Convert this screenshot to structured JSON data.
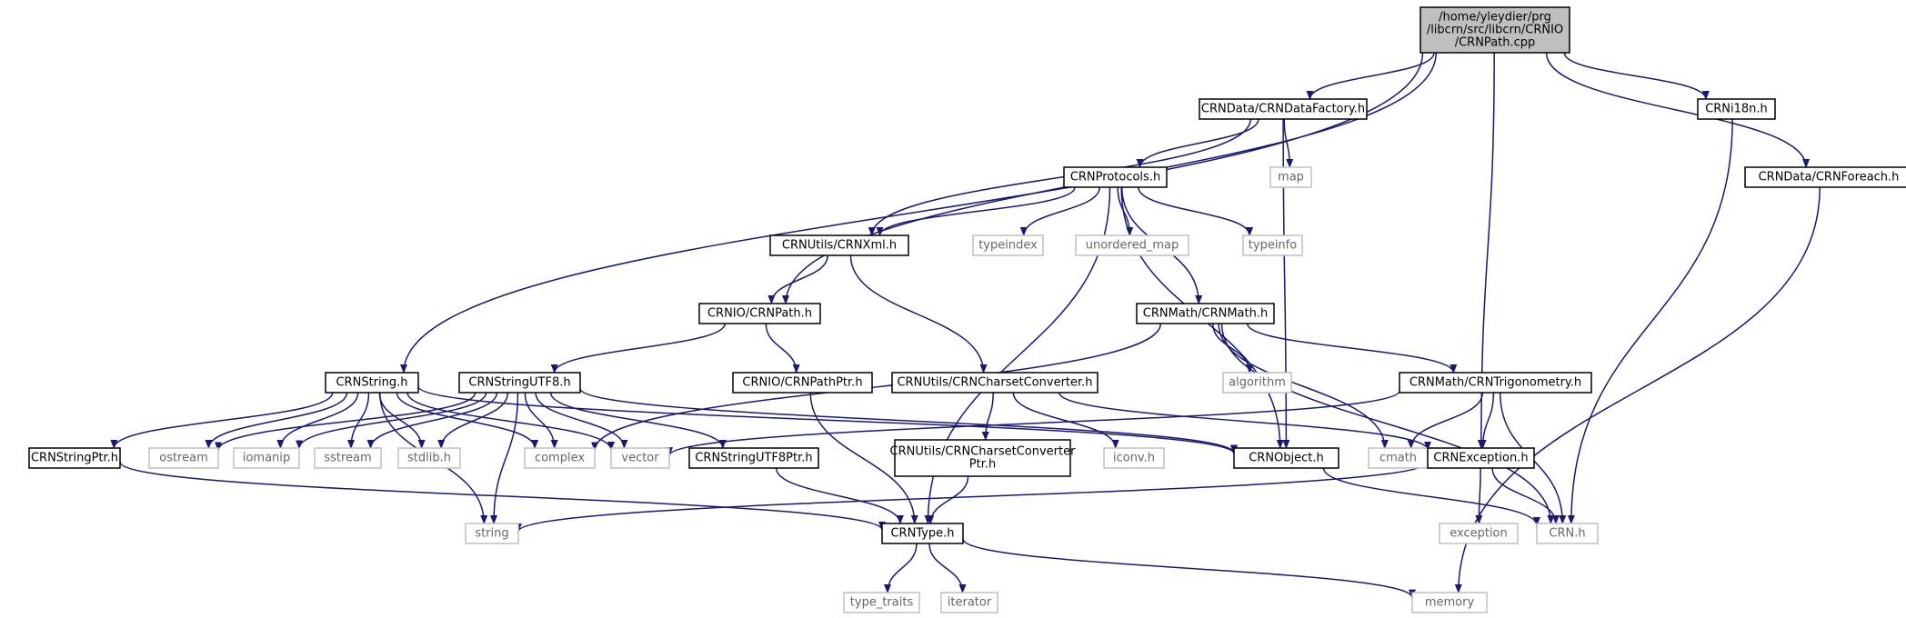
{
  "colors": {
    "edge": "#191970",
    "root_fill": "#bfbfbf",
    "node_border": "#000000",
    "system_border": "#bfbfbf"
  },
  "nodes": [
    {
      "id": "root",
      "lines": [
        "/home/yleydier/prg",
        "/libcrn/src/libcrn/CRNIO",
        "/CRNPath.cpp"
      ],
      "kind": "root"
    },
    {
      "id": "dataFactory",
      "lines": [
        "CRNData/CRNDataFactory.h"
      ],
      "kind": "header"
    },
    {
      "id": "i18n",
      "lines": [
        "CRNi18n.h"
      ],
      "kind": "header"
    },
    {
      "id": "foreach",
      "lines": [
        "CRNData/CRNForeach.h"
      ],
      "kind": "header"
    },
    {
      "id": "map",
      "lines": [
        "map"
      ],
      "kind": "system"
    },
    {
      "id": "protocols",
      "lines": [
        "CRNProtocols.h"
      ],
      "kind": "header"
    },
    {
      "id": "typeindex",
      "lines": [
        "typeindex"
      ],
      "kind": "system"
    },
    {
      "id": "unordered_map",
      "lines": [
        "unordered_map"
      ],
      "kind": "system"
    },
    {
      "id": "typeinfo",
      "lines": [
        "typeinfo"
      ],
      "kind": "system"
    },
    {
      "id": "xml",
      "lines": [
        "CRNUtils/CRNXml.h"
      ],
      "kind": "header"
    },
    {
      "id": "path",
      "lines": [
        "CRNIO/CRNPath.h"
      ],
      "kind": "header"
    },
    {
      "id": "math",
      "lines": [
        "CRNMath/CRNMath.h"
      ],
      "kind": "header"
    },
    {
      "id": "string",
      "lines": [
        "CRNString.h"
      ],
      "kind": "header"
    },
    {
      "id": "stringUTF8",
      "lines": [
        "CRNStringUTF8.h"
      ],
      "kind": "header"
    },
    {
      "id": "pathPtr",
      "lines": [
        "CRNIO/CRNPathPtr.h"
      ],
      "kind": "header"
    },
    {
      "id": "charsetConv",
      "lines": [
        "CRNUtils/CRNCharsetConverter.h"
      ],
      "kind": "header"
    },
    {
      "id": "algorithm",
      "lines": [
        "algorithm"
      ],
      "kind": "system"
    },
    {
      "id": "trig",
      "lines": [
        "CRNMath/CRNTrigonometry.h"
      ],
      "kind": "header"
    },
    {
      "id": "stringPtr",
      "lines": [
        "CRNStringPtr.h"
      ],
      "kind": "header"
    },
    {
      "id": "ostream",
      "lines": [
        "ostream"
      ],
      "kind": "system"
    },
    {
      "id": "iomanip",
      "lines": [
        "iomanip"
      ],
      "kind": "system"
    },
    {
      "id": "sstream",
      "lines": [
        "sstream"
      ],
      "kind": "system"
    },
    {
      "id": "stdlib",
      "lines": [
        "stdlib.h"
      ],
      "kind": "system"
    },
    {
      "id": "complex",
      "lines": [
        "complex"
      ],
      "kind": "system"
    },
    {
      "id": "vector",
      "lines": [
        "vector"
      ],
      "kind": "system"
    },
    {
      "id": "stringUTF8Ptr",
      "lines": [
        "CRNStringUTF8Ptr.h"
      ],
      "kind": "header"
    },
    {
      "id": "charsetConvPtr",
      "lines": [
        "CRNUtils/CRNCharsetConverter",
        "Ptr.h"
      ],
      "kind": "header"
    },
    {
      "id": "iconv",
      "lines": [
        "iconv.h"
      ],
      "kind": "system"
    },
    {
      "id": "object",
      "lines": [
        "CRNObject.h"
      ],
      "kind": "header"
    },
    {
      "id": "cmath",
      "lines": [
        "cmath"
      ],
      "kind": "system"
    },
    {
      "id": "exception",
      "lines": [
        "CRNException.h"
      ],
      "kind": "header"
    },
    {
      "id": "stdstring",
      "lines": [
        "string"
      ],
      "kind": "system"
    },
    {
      "id": "type",
      "lines": [
        "CRNType.h"
      ],
      "kind": "header"
    },
    {
      "id": "stdexception",
      "lines": [
        "exception"
      ],
      "kind": "system"
    },
    {
      "id": "crn",
      "lines": [
        "CRN.h"
      ],
      "kind": "system"
    },
    {
      "id": "type_traits",
      "lines": [
        "type_traits"
      ],
      "kind": "system"
    },
    {
      "id": "iterator",
      "lines": [
        "iterator"
      ],
      "kind": "system"
    },
    {
      "id": "memory",
      "lines": [
        "memory"
      ],
      "kind": "system"
    }
  ],
  "edges": [
    [
      "root",
      "dataFactory"
    ],
    [
      "root",
      "i18n"
    ],
    [
      "root",
      "foreach"
    ],
    [
      "root",
      "path"
    ],
    [
      "root",
      "string"
    ],
    [
      "root",
      "exception"
    ],
    [
      "dataFactory",
      "map"
    ],
    [
      "dataFactory",
      "protocols"
    ],
    [
      "dataFactory",
      "xml"
    ],
    [
      "dataFactory",
      "object"
    ],
    [
      "i18n",
      "crn"
    ],
    [
      "foreach",
      "memory"
    ],
    [
      "protocols",
      "typeindex"
    ],
    [
      "protocols",
      "unordered_map"
    ],
    [
      "protocols",
      "typeinfo"
    ],
    [
      "protocols",
      "xml"
    ],
    [
      "protocols",
      "math"
    ],
    [
      "protocols",
      "object"
    ],
    [
      "protocols",
      "type"
    ],
    [
      "xml",
      "path"
    ],
    [
      "xml",
      "charsetConv"
    ],
    [
      "path",
      "stringUTF8"
    ],
    [
      "path",
      "pathPtr"
    ],
    [
      "math",
      "algorithm"
    ],
    [
      "math",
      "trig"
    ],
    [
      "math",
      "complex"
    ],
    [
      "math",
      "cmath"
    ],
    [
      "math",
      "crn"
    ],
    [
      "string",
      "stringPtr"
    ],
    [
      "string",
      "ostream"
    ],
    [
      "string",
      "iomanip"
    ],
    [
      "string",
      "sstream"
    ],
    [
      "string",
      "stdlib"
    ],
    [
      "string",
      "complex"
    ],
    [
      "string",
      "vector"
    ],
    [
      "string",
      "object"
    ],
    [
      "string",
      "stdstring"
    ],
    [
      "stringUTF8",
      "ostream"
    ],
    [
      "stringUTF8",
      "iomanip"
    ],
    [
      "stringUTF8",
      "sstream"
    ],
    [
      "stringUTF8",
      "stdlib"
    ],
    [
      "stringUTF8",
      "complex"
    ],
    [
      "stringUTF8",
      "vector"
    ],
    [
      "stringUTF8",
      "stringUTF8Ptr"
    ],
    [
      "stringUTF8",
      "object"
    ],
    [
      "stringUTF8",
      "stdstring"
    ],
    [
      "pathPtr",
      "type"
    ],
    [
      "charsetConv",
      "charsetConvPtr"
    ],
    [
      "charsetConv",
      "iconv"
    ],
    [
      "charsetConv",
      "exception"
    ],
    [
      "trig",
      "vector"
    ],
    [
      "trig",
      "exception"
    ],
    [
      "trig",
      "cmath"
    ],
    [
      "trig",
      "crn"
    ],
    [
      "stringPtr",
      "type"
    ],
    [
      "stringUTF8Ptr",
      "type"
    ],
    [
      "charsetConvPtr",
      "type"
    ],
    [
      "object",
      "crn"
    ],
    [
      "exception",
      "stdstring"
    ],
    [
      "exception",
      "stdexception"
    ],
    [
      "exception",
      "crn"
    ],
    [
      "type",
      "type_traits"
    ],
    [
      "type",
      "iterator"
    ],
    [
      "type",
      "memory"
    ]
  ]
}
